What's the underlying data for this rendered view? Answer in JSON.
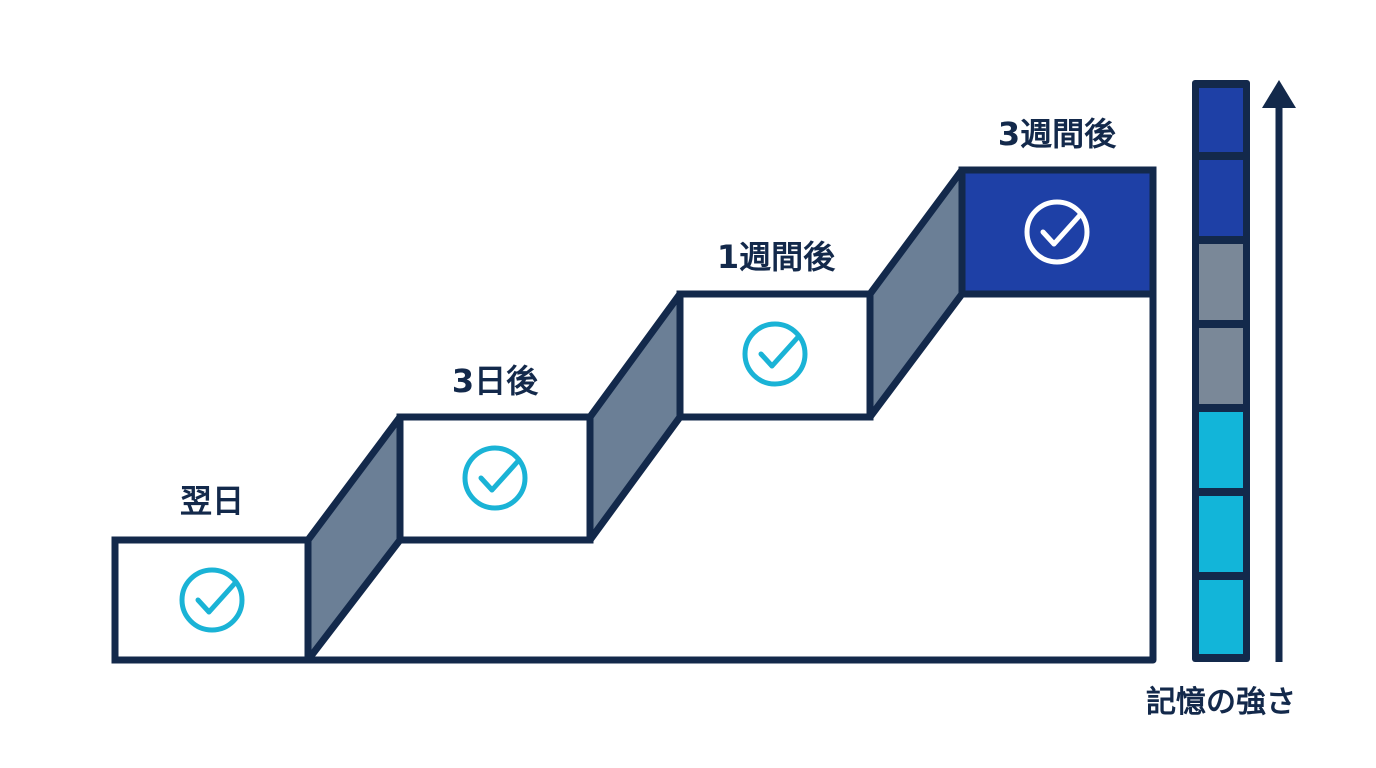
{
  "steps": [
    {
      "label": "翌日",
      "style": "light"
    },
    {
      "label": "3日後",
      "style": "light"
    },
    {
      "label": "1週間後",
      "style": "light"
    },
    {
      "label": "3週間後",
      "style": "dark"
    }
  ],
  "meter": {
    "label": "記憶の強さ",
    "segments": [
      "dark",
      "dark",
      "gray",
      "gray",
      "cyan",
      "cyan",
      "cyan"
    ]
  },
  "colors": {
    "outline": "#13294b",
    "riser": "#6b7f96",
    "check": "#1ab3d6",
    "dark_fill": "#1e40a6",
    "gray_fill": "#7a8898",
    "cyan_fill": "#12b5d9",
    "white": "#ffffff"
  }
}
